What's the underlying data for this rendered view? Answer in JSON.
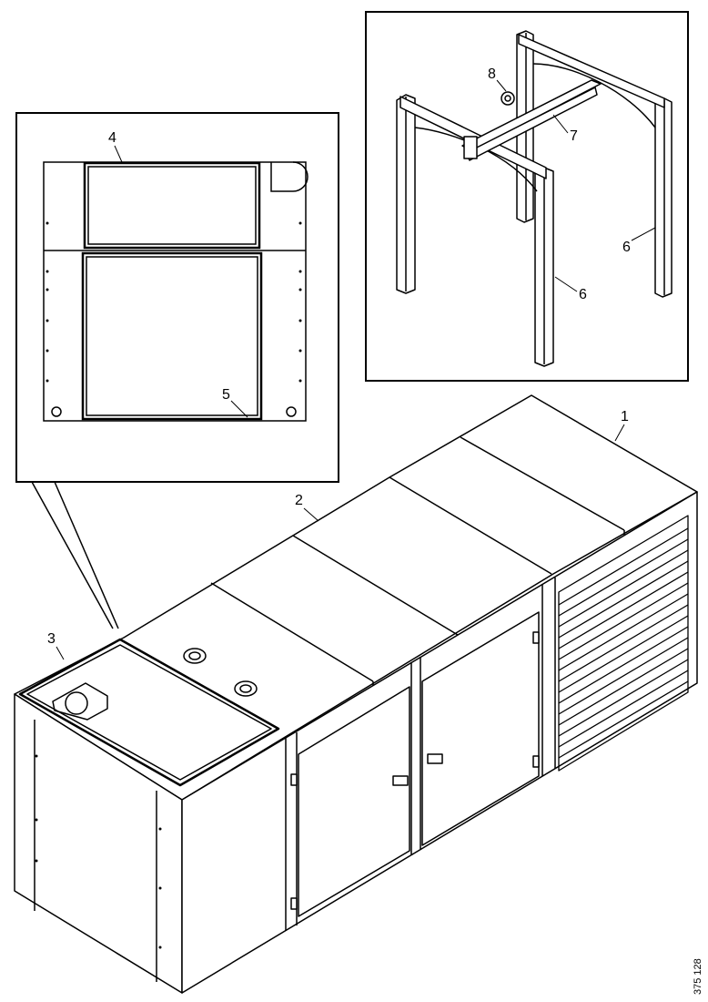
{
  "callouts": {
    "one": "1",
    "two": "2",
    "three": "3",
    "four": "4",
    "five": "5",
    "six_a": "6",
    "six_b": "6",
    "seven": "7",
    "eight": "8"
  },
  "figure_ref": "375 128"
}
